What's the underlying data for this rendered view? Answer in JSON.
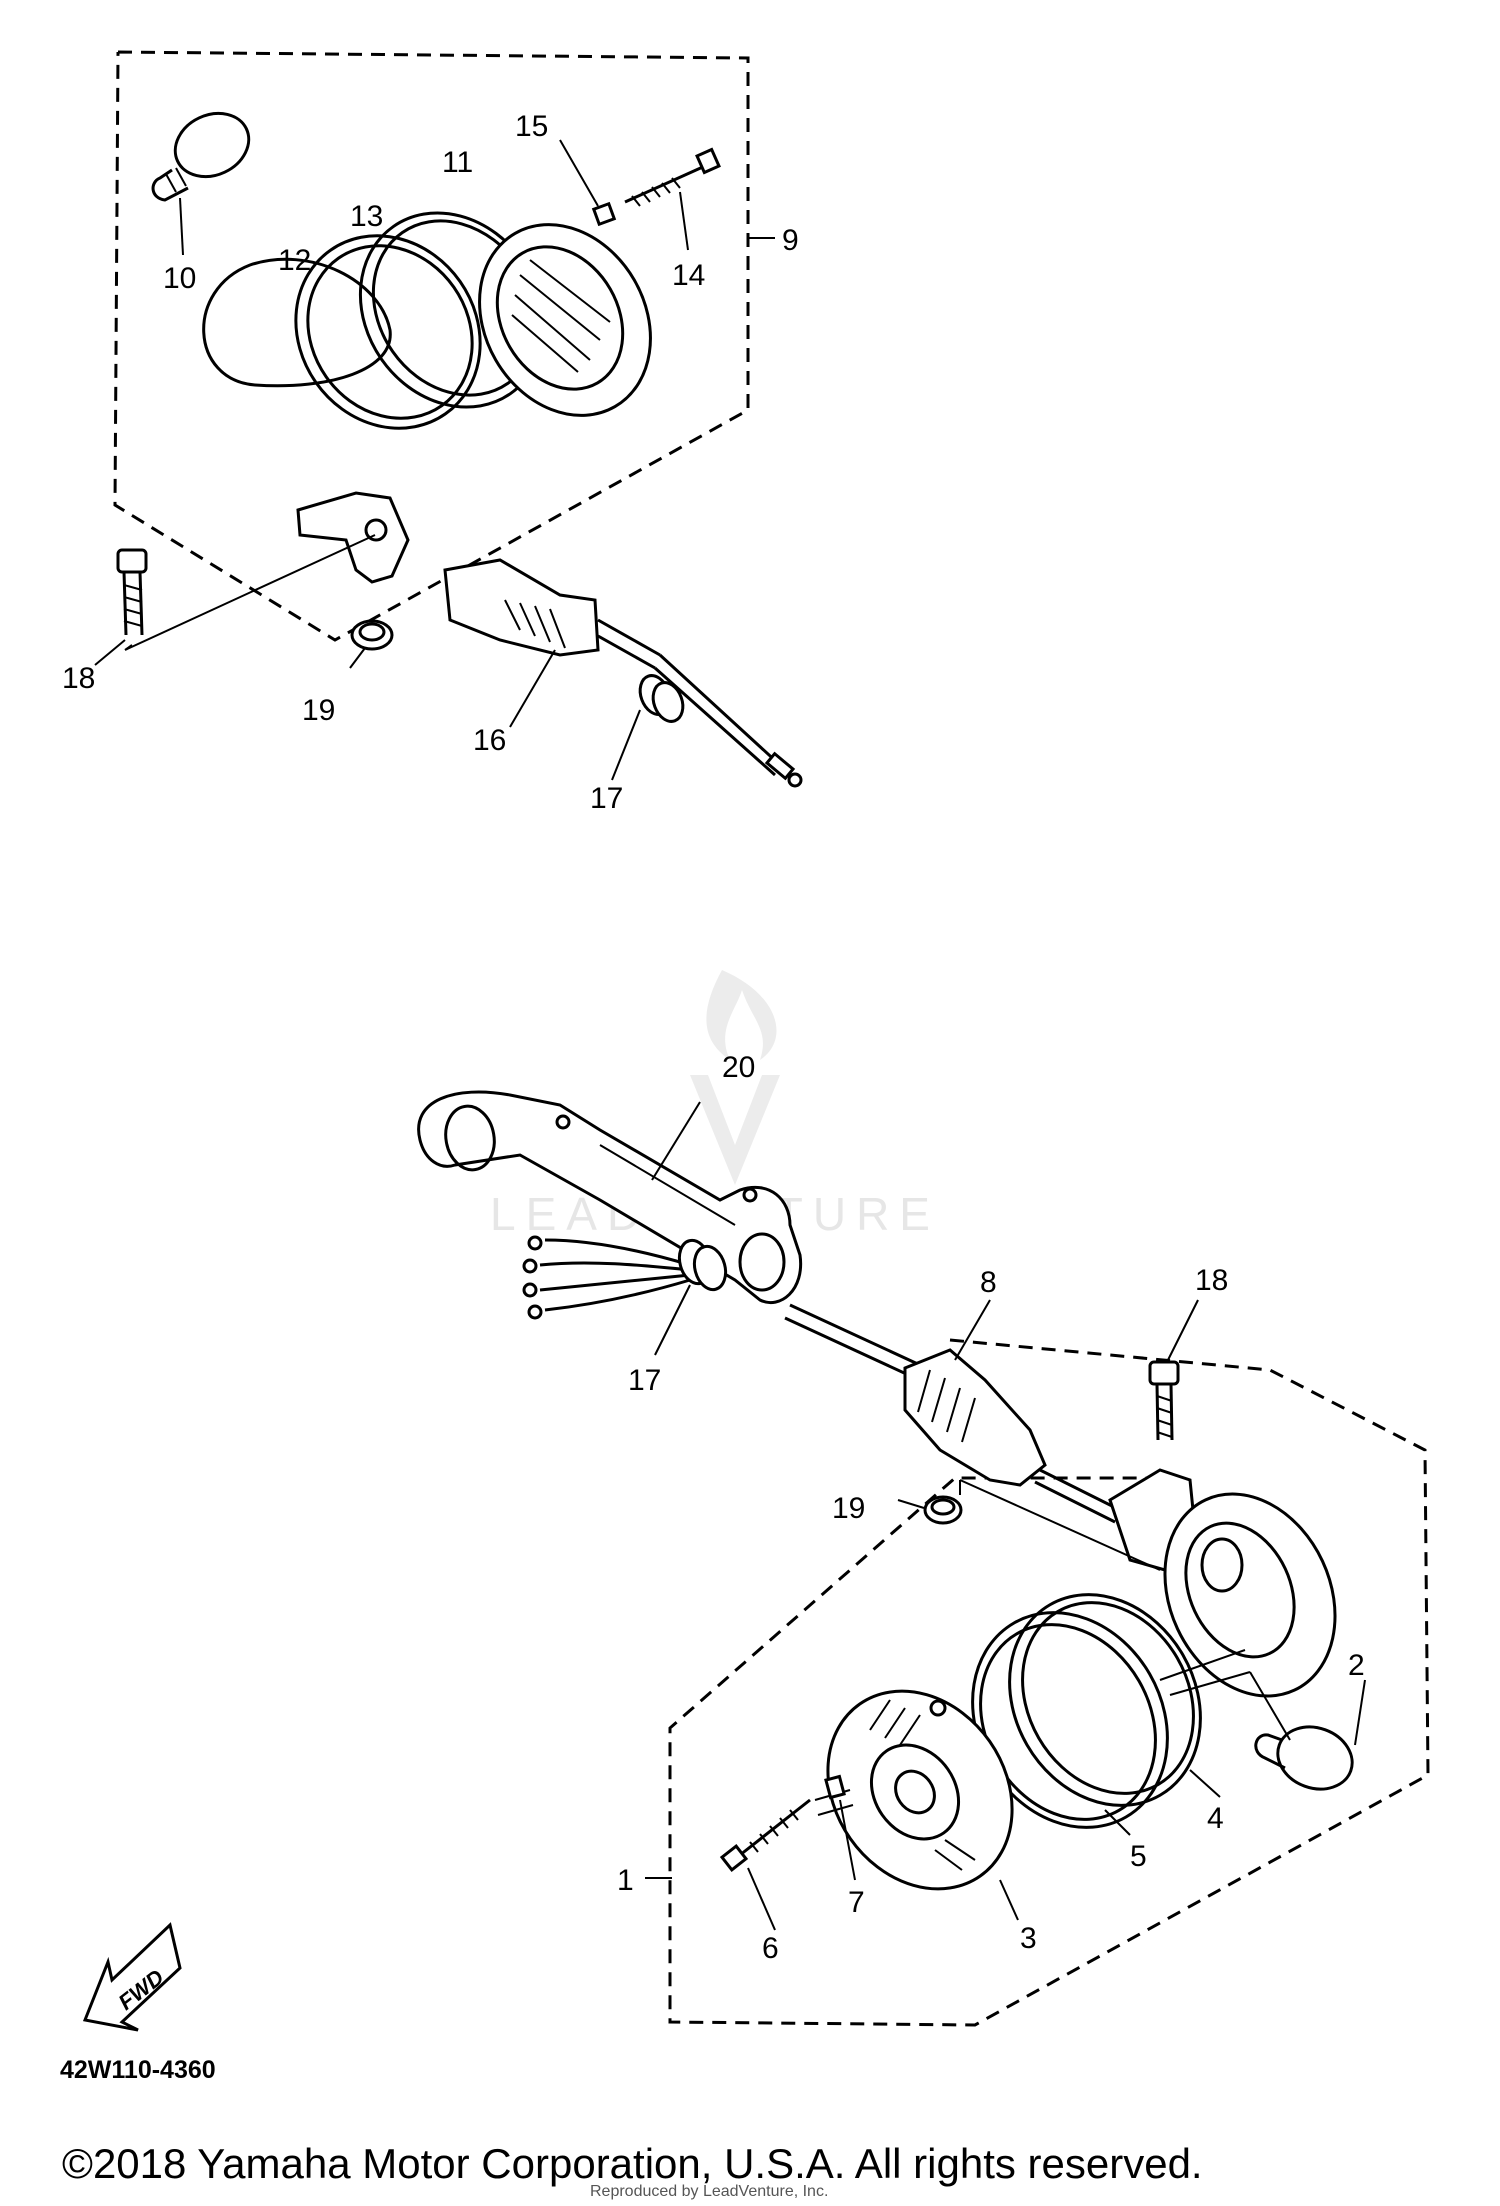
{
  "callouts_upper": [
    "9",
    "10",
    "11",
    "12",
    "13",
    "14",
    "15",
    "16",
    "17",
    "18",
    "19"
  ],
  "callouts_lower": [
    "1",
    "2",
    "3",
    "4",
    "5",
    "6",
    "7",
    "8",
    "17",
    "18",
    "19",
    "20"
  ],
  "fwd_label": "FWD",
  "catalog_number": "42W110-4360",
  "watermark": "LEADVENTURE",
  "copyright": "©2018 Yamaha Motor Corporation, U.S.A. All rights reserved.",
  "reproduced_note": "Reproduced by LeadVenture, Inc."
}
